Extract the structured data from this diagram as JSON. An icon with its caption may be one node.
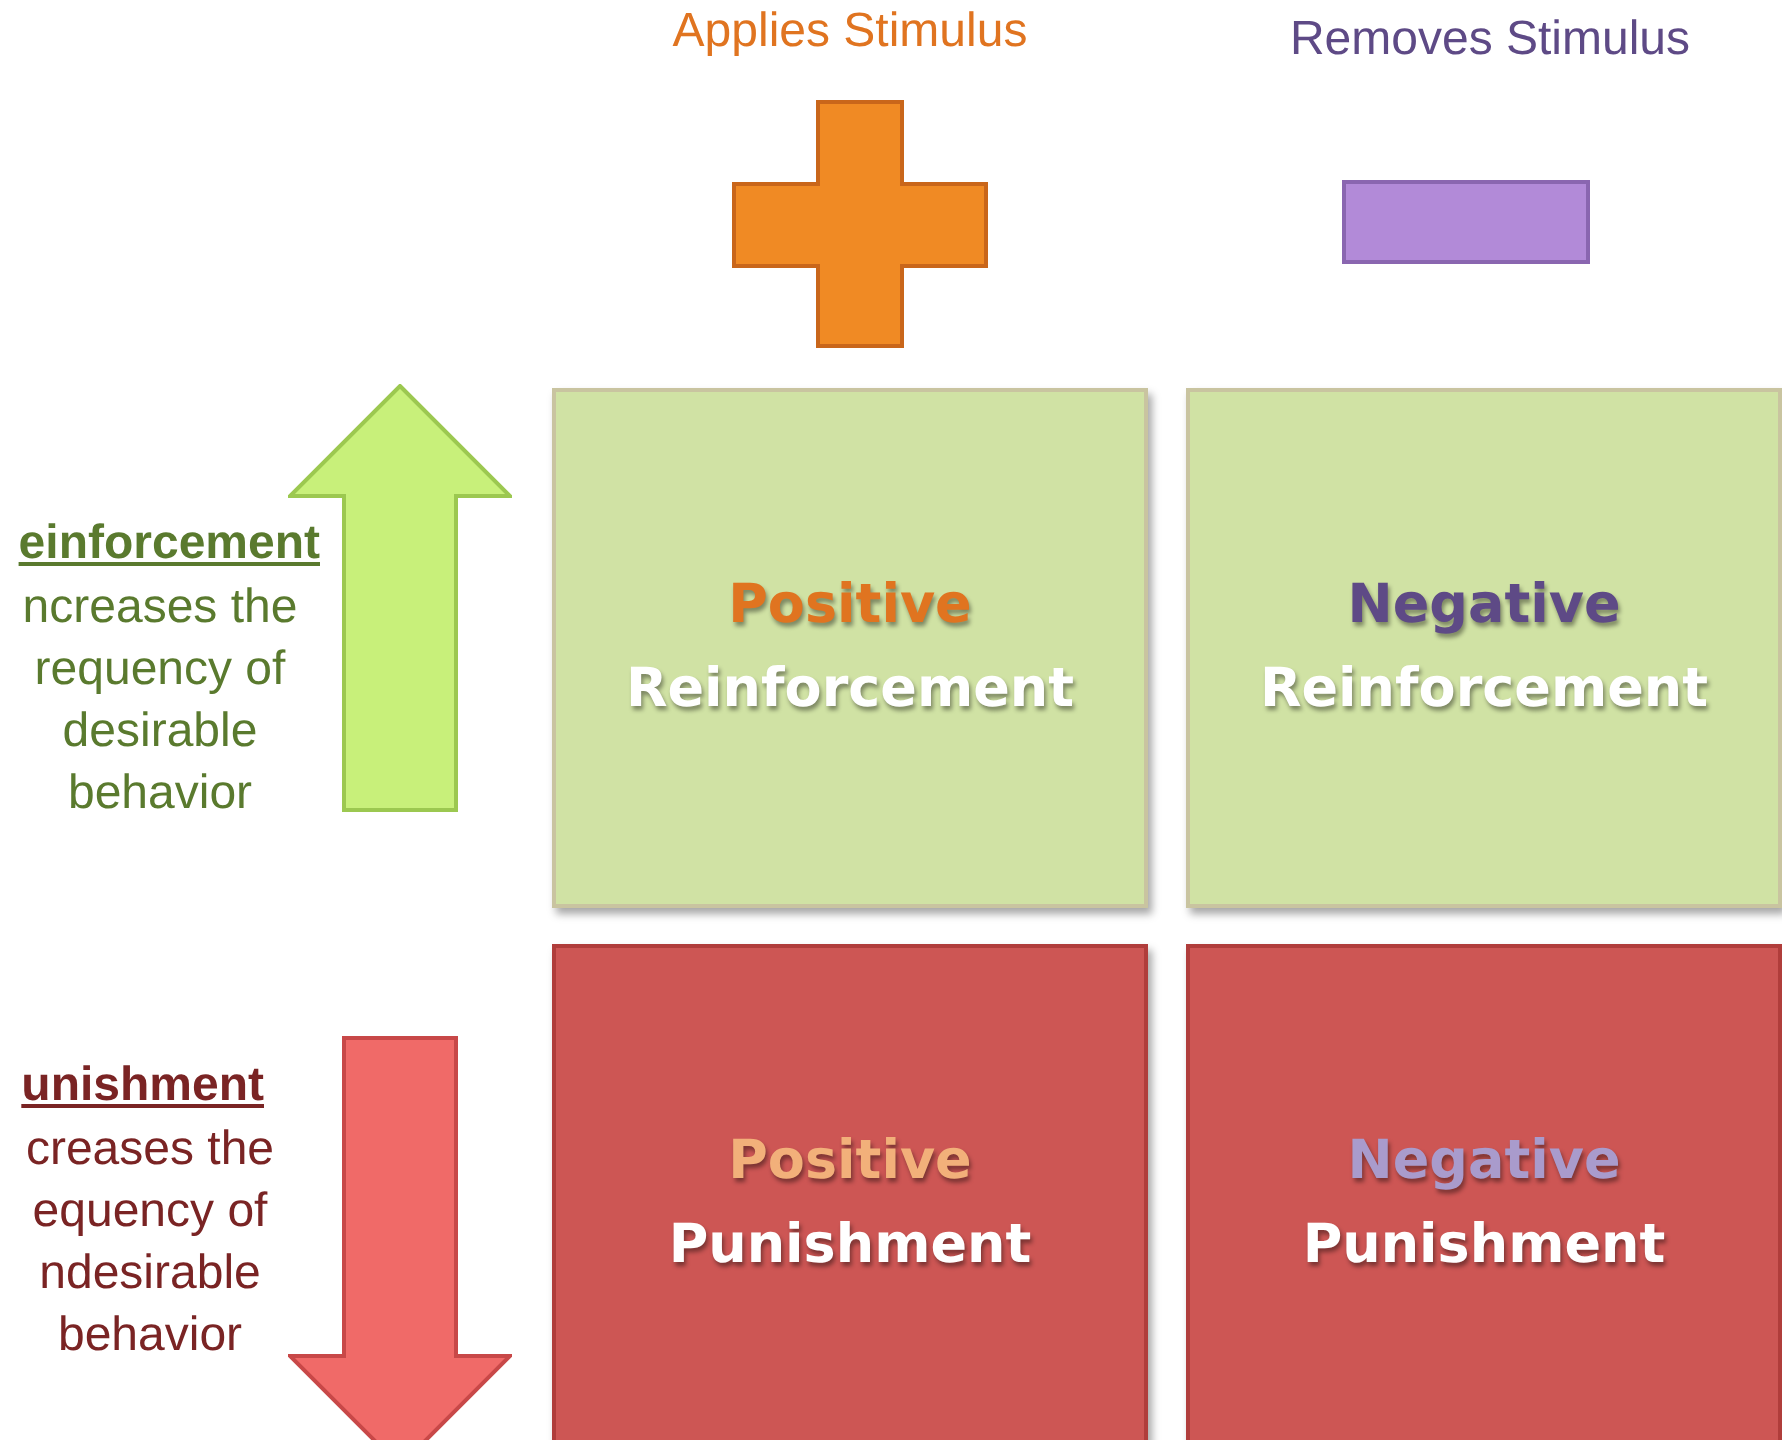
{
  "diagram": {
    "nodes": [
      {
        "text": [
          "Positive",
          "Reinforcement"
        ]
      },
      {
        "text": [
          "Negative",
          "Reinforcement"
        ]
      },
      {
        "text": [
          "Positive",
          "Punishment"
        ]
      },
      {
        "text": [
          "Negative",
          "Punishment"
        ]
      }
    ],
    "labels": [
      "Applies Stimulus",
      "Removes Stimulus",
      "einforcement",
      "ncreases the requency of desirable behavior",
      "unishment",
      "creases the equency of ndesirable behavior"
    ]
  }
}
